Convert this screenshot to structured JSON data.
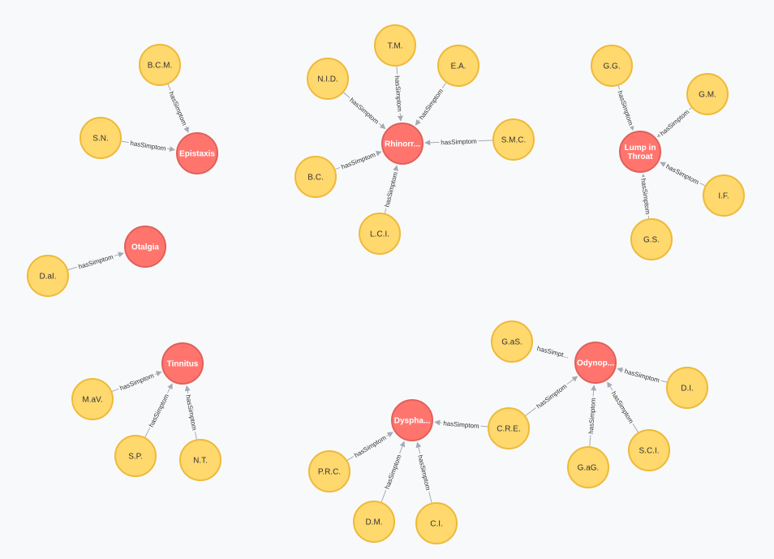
{
  "colors": {
    "disease_fill": "#ff756e",
    "disease_stroke": "#e0605a",
    "symptom_fill": "#ffd86e",
    "symptom_stroke": "#edba39",
    "edge": "#a5abb6",
    "background": "#f8f9fa"
  },
  "relationship_label": "hasSimptom",
  "diseases": [
    {
      "id": "epistaxis",
      "label": "Epistaxis"
    },
    {
      "id": "rhinorr",
      "label": "Rhinorr..."
    },
    {
      "id": "lump",
      "label": "Lump in Throat"
    },
    {
      "id": "otalgia",
      "label": "Otalgia"
    },
    {
      "id": "tinnitus",
      "label": "Tinnitus"
    },
    {
      "id": "odynop",
      "label": "Odynop..."
    },
    {
      "id": "dyspha",
      "label": "Dyspha..."
    }
  ],
  "symptoms": [
    {
      "id": "bcm",
      "label": "B.C.M."
    },
    {
      "id": "sn",
      "label": "S.N."
    },
    {
      "id": "tm",
      "label": "T.M."
    },
    {
      "id": "nid",
      "label": "N.I.D."
    },
    {
      "id": "ea",
      "label": "E.A."
    },
    {
      "id": "smc",
      "label": "S.M.C."
    },
    {
      "id": "bc",
      "label": "B.C."
    },
    {
      "id": "lci",
      "label": "L.C.I."
    },
    {
      "id": "gg",
      "label": "G.G."
    },
    {
      "id": "gm",
      "label": "G.M."
    },
    {
      "id": "if",
      "label": "I.F."
    },
    {
      "id": "gs",
      "label": "G.S."
    },
    {
      "id": "dai",
      "label": "D.aI."
    },
    {
      "id": "mav",
      "label": "M.aV."
    },
    {
      "id": "sp",
      "label": "S.P."
    },
    {
      "id": "nt",
      "label": "N.T."
    },
    {
      "id": "gas",
      "label": "G.aS."
    },
    {
      "id": "di",
      "label": "D.I."
    },
    {
      "id": "cre",
      "label": "C.R.E."
    },
    {
      "id": "sci",
      "label": "S.C.I."
    },
    {
      "id": "gag",
      "label": "G.aG."
    },
    {
      "id": "prc",
      "label": "P.R.C."
    },
    {
      "id": "dm",
      "label": "D.M."
    },
    {
      "id": "ci",
      "label": "C.I."
    }
  ],
  "edges": [
    {
      "from": "bcm",
      "to": "epistaxis",
      "label": "hasSimptom"
    },
    {
      "from": "sn",
      "to": "epistaxis",
      "label": "hasSimptom"
    },
    {
      "from": "tm",
      "to": "rhinorr",
      "label": "hasSimptom"
    },
    {
      "from": "nid",
      "to": "rhinorr",
      "label": "hasSimptom"
    },
    {
      "from": "ea",
      "to": "rhinorr",
      "label": "hasSimptom"
    },
    {
      "from": "smc",
      "to": "rhinorr",
      "label": "hasSimptom"
    },
    {
      "from": "bc",
      "to": "rhinorr",
      "label": "hasSimptom"
    },
    {
      "from": "lci",
      "to": "rhinorr",
      "label": "hasSimptom"
    },
    {
      "from": "gg",
      "to": "lump",
      "label": "hasSimptom"
    },
    {
      "from": "gm",
      "to": "lump",
      "label": "hasSimptom"
    },
    {
      "from": "if",
      "to": "lump",
      "label": "hasSimptom"
    },
    {
      "from": "gs",
      "to": "lump",
      "label": "hasSimptom"
    },
    {
      "from": "dai",
      "to": "otalgia",
      "label": "hasSimptom"
    },
    {
      "from": "mav",
      "to": "tinnitus",
      "label": "hasSimptom"
    },
    {
      "from": "sp",
      "to": "tinnitus",
      "label": "hasSimptom"
    },
    {
      "from": "nt",
      "to": "tinnitus",
      "label": "hasSimptom"
    },
    {
      "from": "gas",
      "to": "odynop",
      "label": "hasSimpt..."
    },
    {
      "from": "di",
      "to": "odynop",
      "label": "hasSimptom"
    },
    {
      "from": "cre",
      "to": "odynop",
      "label": "hasSimptom"
    },
    {
      "from": "sci",
      "to": "odynop",
      "label": "hasSimptom"
    },
    {
      "from": "gag",
      "to": "odynop",
      "label": "hasSimptom"
    },
    {
      "from": "cre",
      "to": "dyspha",
      "label": "hasSimptom"
    },
    {
      "from": "prc",
      "to": "dyspha",
      "label": "hasSimptom"
    },
    {
      "from": "dm",
      "to": "dyspha",
      "label": "hasSimptom"
    },
    {
      "from": "ci",
      "to": "dyspha",
      "label": "hasSimptom"
    }
  ]
}
